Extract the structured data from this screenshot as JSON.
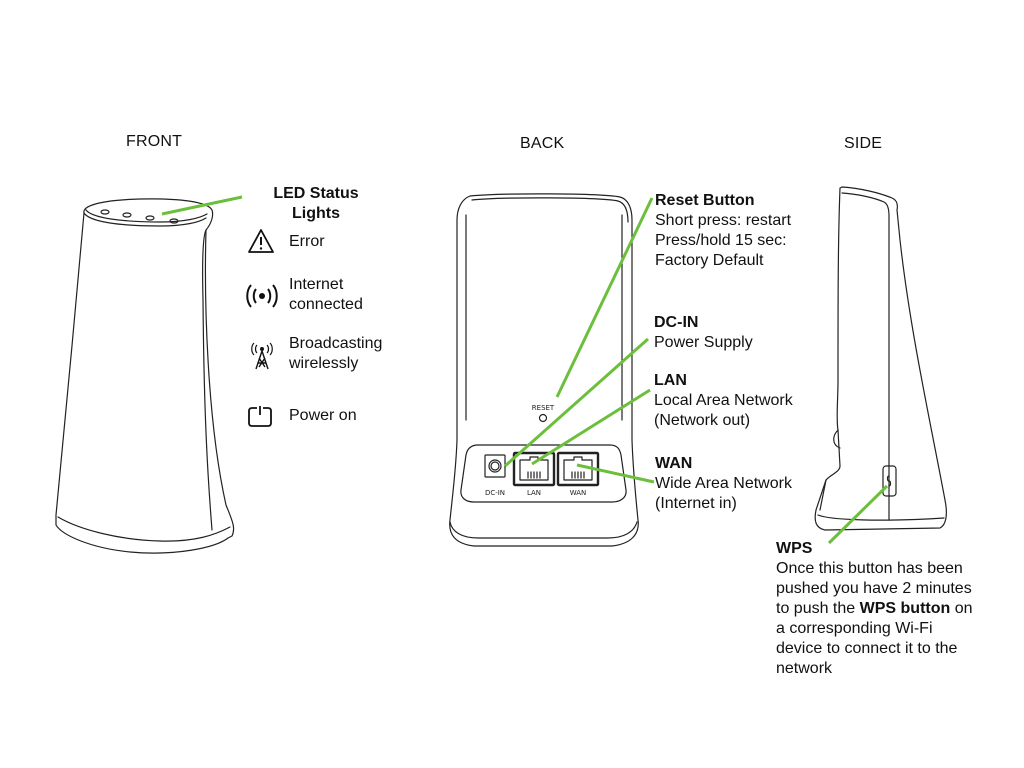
{
  "views": {
    "front": "FRONT",
    "back": "BACK",
    "side": "SIDE"
  },
  "accent_color": "#6cbf3c",
  "led": {
    "title_line1": "LED Status",
    "title_line2": "Lights",
    "items": [
      {
        "icon": "warning-triangle-icon",
        "line1": "Error",
        "line2": ""
      },
      {
        "icon": "broadcast-signal-icon",
        "line1": "Internet",
        "line2": "connected"
      },
      {
        "icon": "antenna-tower-icon",
        "line1": "Broadcasting",
        "line2": "wirelessly"
      },
      {
        "icon": "power-icon",
        "line1": "Power on",
        "line2": ""
      }
    ]
  },
  "back_labels": {
    "reset": {
      "title": "Reset Button",
      "lines": [
        "Short press: restart",
        "Press/hold 15 sec:",
        "Factory Default"
      ]
    },
    "dcin": {
      "title": "DC-IN",
      "lines": [
        "Power Supply"
      ]
    },
    "lan": {
      "title": "LAN",
      "lines": [
        "Local Area Network",
        "(Network out)"
      ]
    },
    "wan": {
      "title": "WAN",
      "lines": [
        "Wide Area Network",
        "(Internet in)"
      ]
    }
  },
  "device_markings": {
    "reset": "RESET",
    "dcin": "DC-IN",
    "lan": "LAN",
    "wan": "WAN"
  },
  "wps": {
    "title": "WPS",
    "line1": "Once this button has been",
    "line2": "pushed you have 2 minutes",
    "line3_pre": "to push the ",
    "line3_bold": "WPS button",
    "line3_post": " on",
    "line4": "a corresponding Wi-Fi",
    "line5": "device to connect it to the",
    "line6": "network"
  }
}
